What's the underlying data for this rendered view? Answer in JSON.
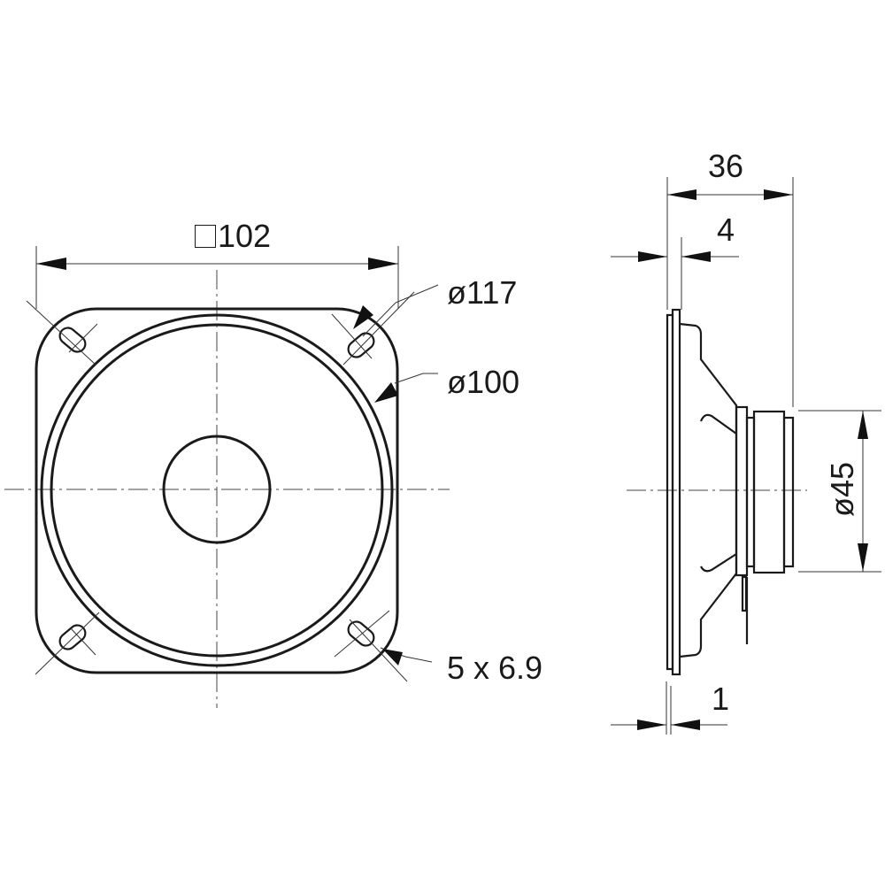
{
  "drawing": {
    "title": "Loudspeaker dimension drawing",
    "views": [
      "front-view",
      "side-view"
    ],
    "units": "mm"
  },
  "front_view": {
    "square_size": {
      "symbol": "square",
      "value": "102"
    },
    "hole_circle_diameter": "ø117",
    "basket_diameter": "ø100",
    "mounting_hole_size": "5 x 6.9"
  },
  "side_view": {
    "overall_depth": "36",
    "flange_offset": "4",
    "flange_thickness": "1",
    "magnet_diameter": "ø45"
  },
  "colors": {
    "line": "#1a1a1a",
    "background": "#ffffff"
  }
}
